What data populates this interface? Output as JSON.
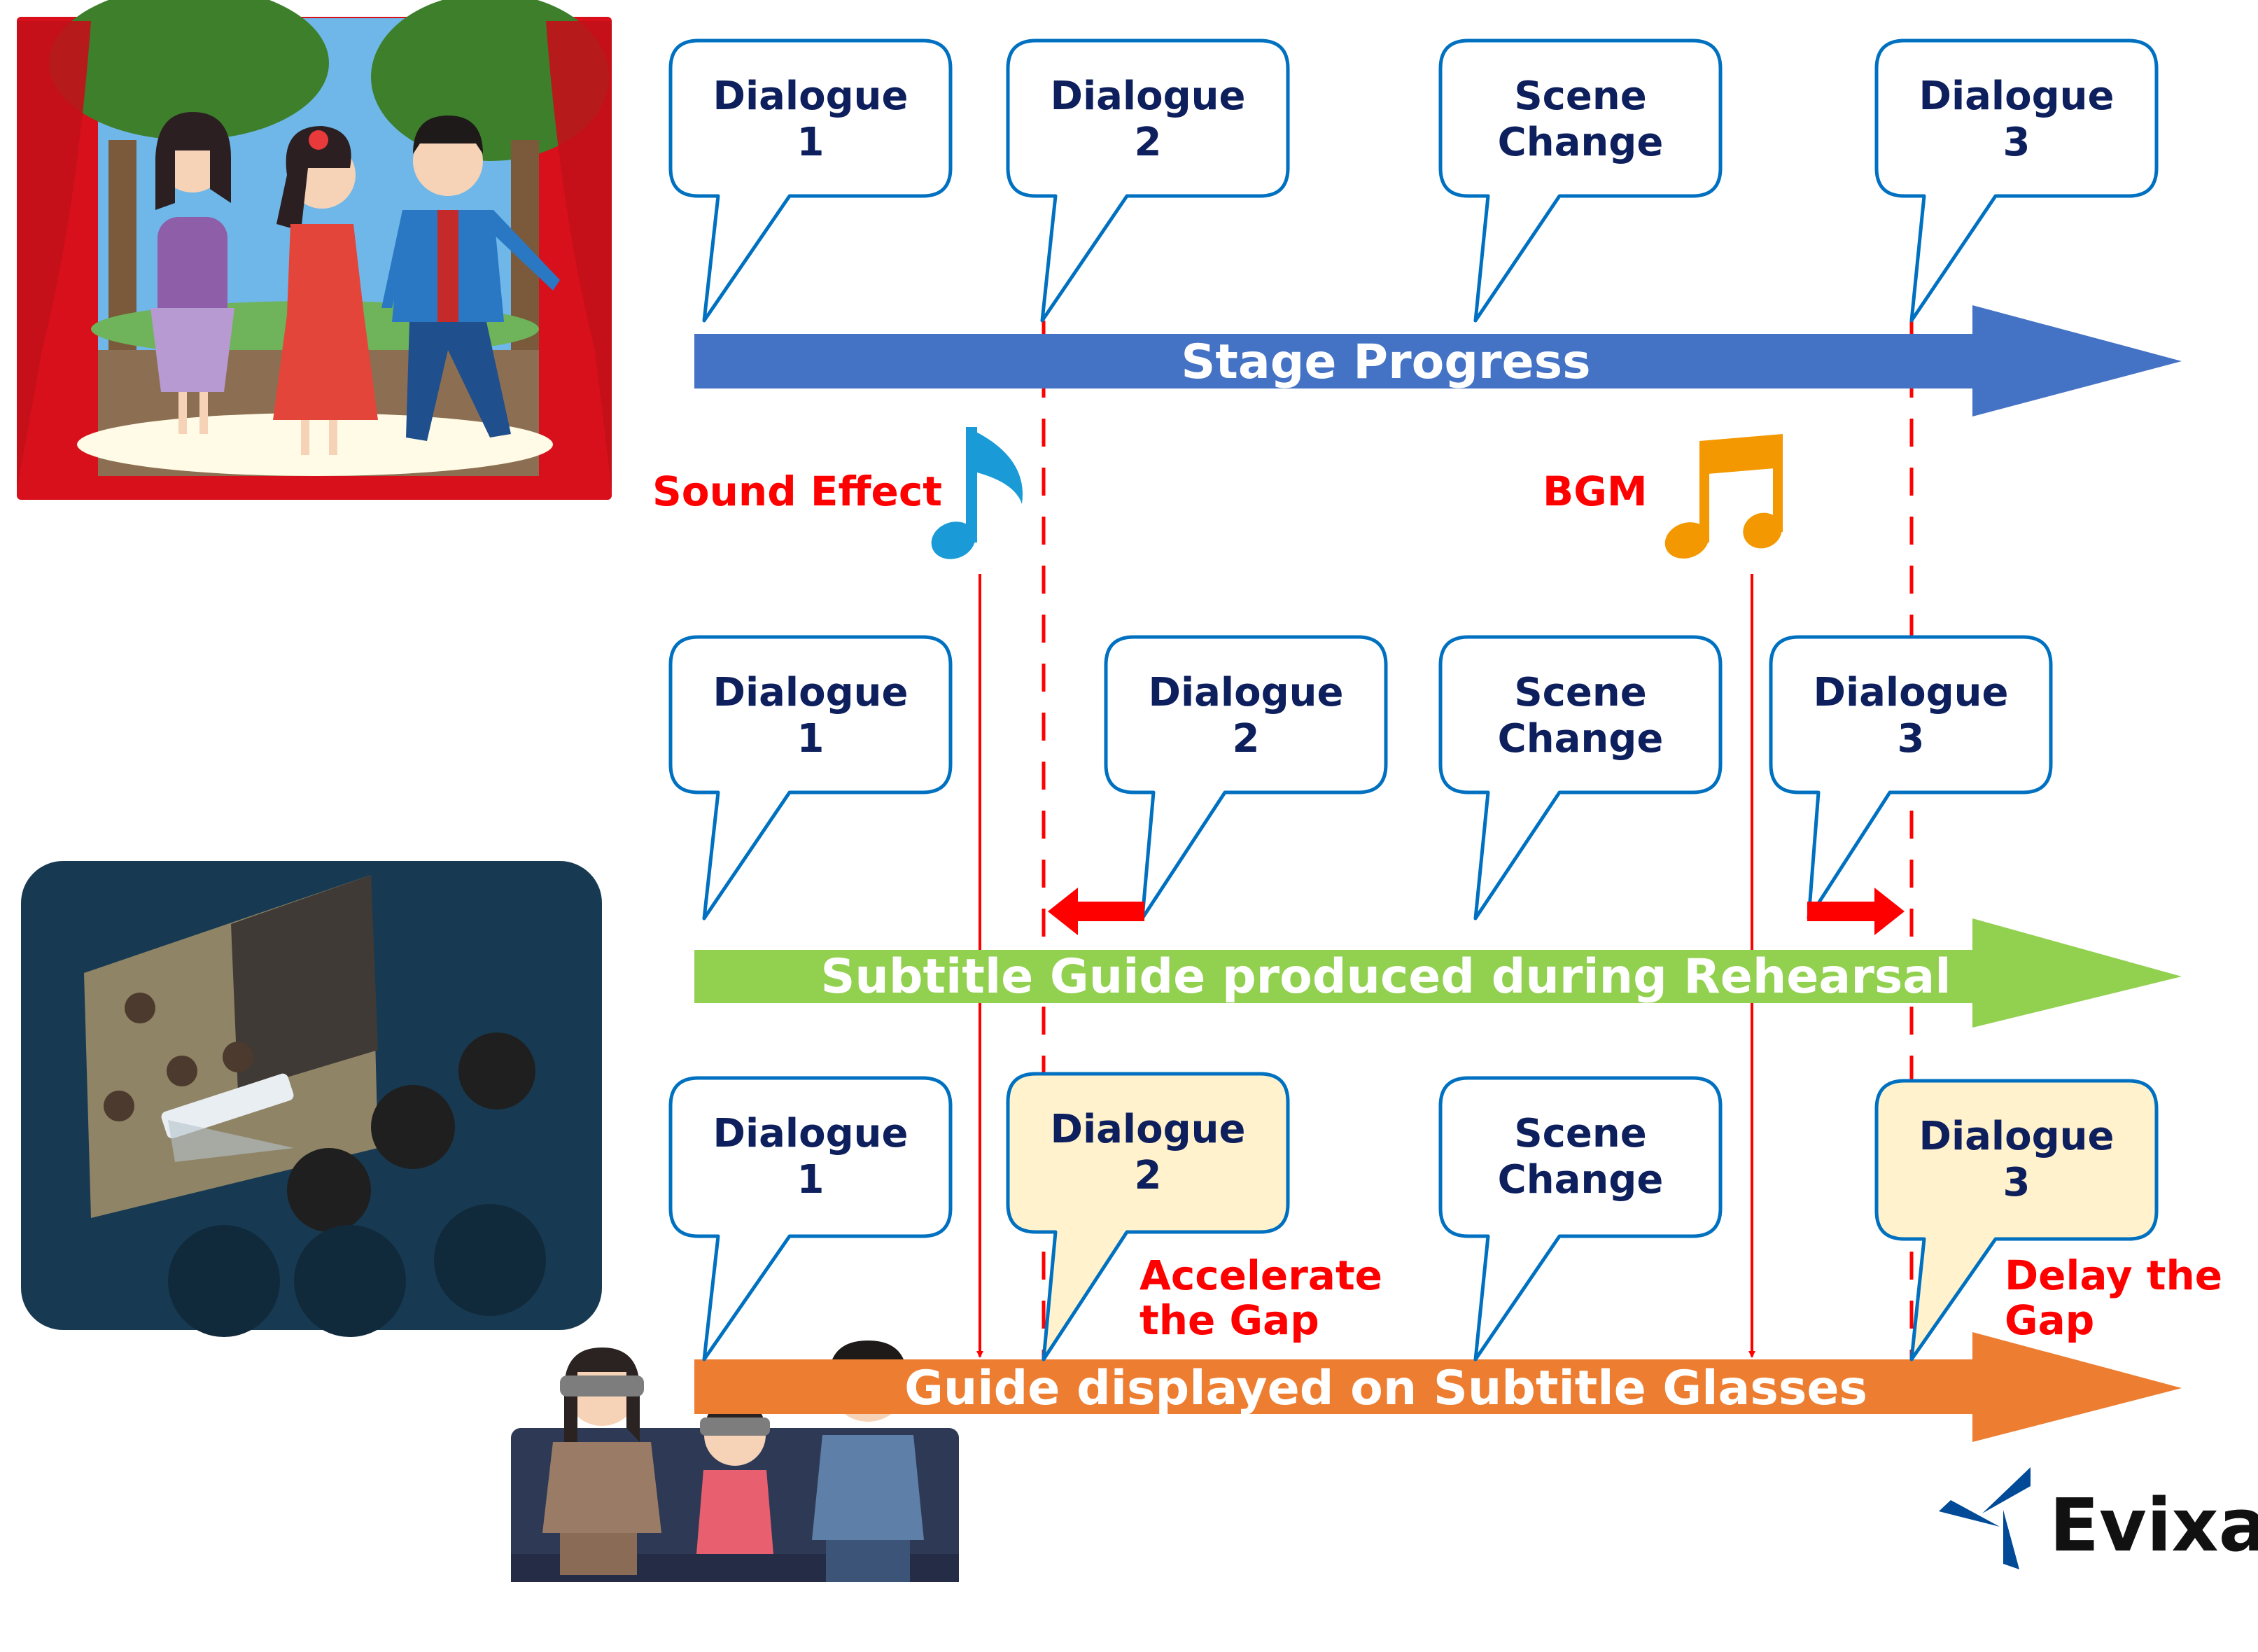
{
  "title": "Subtitle Glasses timing adjustment",
  "colors": {
    "stage_arrow": "#4472c4",
    "rehearsal_arrow": "#92d050",
    "glasses_arrow": "#ed7d31",
    "bubble_border": "#0070c0",
    "bubble_text": "#0d1f5c",
    "highlight_fill": "#fff2cc",
    "annotation_red": "#ff0000",
    "sound_effect_note": "#1a9bd7",
    "bgm_note": "#f39800",
    "logo_blue": "#004a97"
  },
  "rows": {
    "stage": {
      "arrow_label": "Stage Progress",
      "bubbles": [
        {
          "line1": "Dialogue",
          "line2": "1"
        },
        {
          "line1": "Dialogue",
          "line2": "2"
        },
        {
          "line1": "Scene",
          "line2": "Change"
        },
        {
          "line1": "Dialogue",
          "line2": "3"
        }
      ]
    },
    "rehearsal": {
      "arrow_label": "Subtitle Guide produced during Rehearsal",
      "bubbles": [
        {
          "line1": "Dialogue",
          "line2": "1"
        },
        {
          "line1": "Dialogue",
          "line2": "2"
        },
        {
          "line1": "Scene",
          "line2": "Change"
        },
        {
          "line1": "Dialogue",
          "line2": "3"
        }
      ]
    },
    "glasses": {
      "arrow_label": "Guide displayed on Subtitle Glasses",
      "bubbles": [
        {
          "line1": "Dialogue",
          "line2": "1",
          "highlighted": false
        },
        {
          "line1": "Dialogue",
          "line2": "2",
          "highlighted": true
        },
        {
          "line1": "Scene",
          "line2": "Change",
          "highlighted": false
        },
        {
          "line1": "Dialogue",
          "line2": "3",
          "highlighted": true
        }
      ]
    }
  },
  "cues": {
    "sound_effect": {
      "label": "Sound Effect",
      "icon": "eighth-note-icon"
    },
    "bgm": {
      "label": "BGM",
      "icon": "beamed-notes-icon"
    }
  },
  "annotations": {
    "accelerate": {
      "line1": "Accelerate",
      "line2": "the Gap"
    },
    "delay": {
      "line1": "Delay the",
      "line2": "Gap"
    }
  },
  "illustrations": {
    "stage_scene": "stage-play-illustration",
    "theater_audience": "theater-audience-illustration",
    "glasses_viewers": "audience-with-subtitle-glasses-illustration"
  },
  "logo": {
    "text": "Evixar"
  }
}
